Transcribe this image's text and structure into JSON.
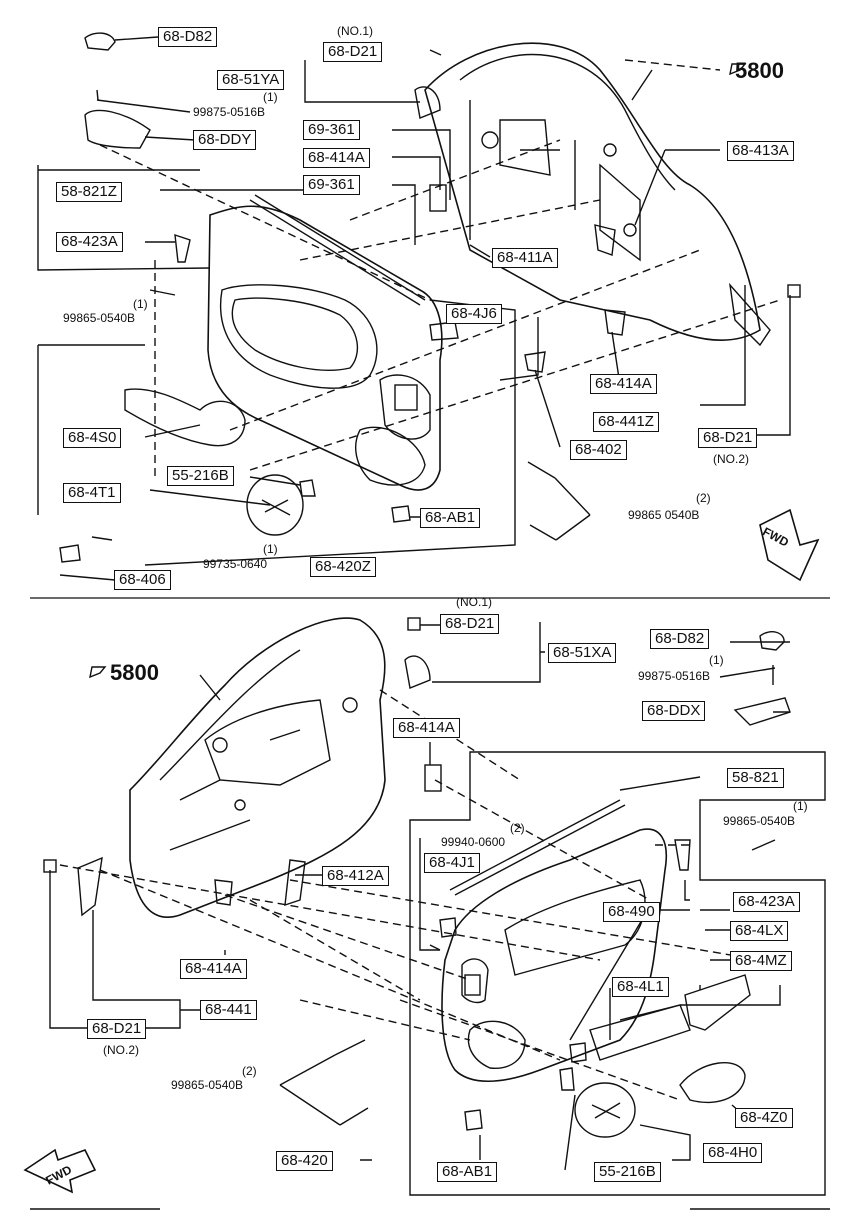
{
  "reference_mark": "5800",
  "fwd": "FWD",
  "top": {
    "labels": {
      "d82": "68-D82",
      "d21_no1": "68-D21",
      "ya": "68-51YA",
      "ddy": "68-DDY",
      "l361a": "69-361",
      "l414a_1": "68-414A",
      "l361b": "69-361",
      "l413a": "68-413A",
      "l821z": "58-821Z",
      "l423a": "68-423A",
      "l411a": "68-411A",
      "l4j6": "68-4J6",
      "l414a_2": "68-414A",
      "l441z": "68-441Z",
      "d21_no2": "68-D21",
      "l4s0": "68-4S0",
      "l402": "68-402",
      "l216b": "55-216B",
      "l4t1": "68-4T1",
      "lab1": "68-AB1",
      "l406": "68-406",
      "l420z": "68-420Z"
    },
    "notes": {
      "no1": "(NO.1)",
      "q1_a": "(1)",
      "p99875": "99875-0516B",
      "q1_b": "(1)",
      "p99865": "99865-0540B",
      "no2": "(NO.2)",
      "q2": "(2)",
      "p99865_2": "99865 0540B",
      "q1_c": "(1)",
      "p99735": "99735-0640"
    }
  },
  "bottom": {
    "labels": {
      "d21_no1": "68-D21",
      "xa": "68-51XA",
      "d82": "68-D82",
      "ddx": "68-DDX",
      "l414a_1": "68-414A",
      "l821": "58-821",
      "l4j1": "68-4J1",
      "l412a": "68-412A",
      "l423a": "68-423A",
      "l490": "68-490",
      "l4lx": "68-4LX",
      "l4mz": "68-4MZ",
      "l414a_2": "68-414A",
      "l4l1": "68-4L1",
      "l441": "68-441",
      "d21_no2": "68-D21",
      "l4z0": "68-4Z0",
      "l4h0": "68-4H0",
      "l420": "68-420",
      "lab1": "68-AB1",
      "l216b": "55-216B"
    },
    "notes": {
      "no1": "(NO.1)",
      "q1_a": "(1)",
      "p99875": "99875-0516B",
      "p99940": "99940-0600",
      "q2_a": "(2)",
      "q1_b": "(1)",
      "p99865": "99865-0540B",
      "no2": "(NO.2)",
      "q2_b": "(2)",
      "p99865_2": "99865-0540B"
    }
  }
}
